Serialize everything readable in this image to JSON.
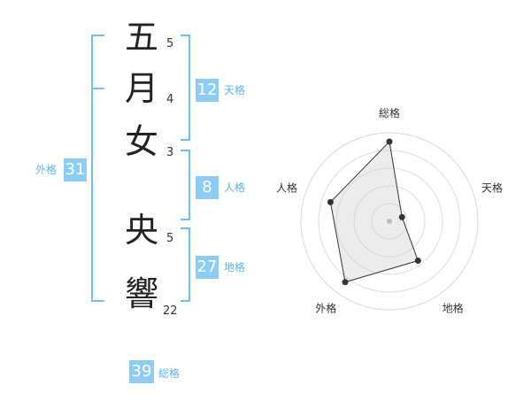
{
  "name": {
    "characters": [
      {
        "char": "五",
        "strokes": "5"
      },
      {
        "char": "月",
        "strokes": "4"
      },
      {
        "char": "女",
        "strokes": "3"
      },
      {
        "char": "央",
        "strokes": "5"
      },
      {
        "char": "響",
        "strokes": "22"
      }
    ]
  },
  "grids": {
    "tenkaku": {
      "value": "12",
      "label": "天格"
    },
    "jinkaku": {
      "value": "8",
      "label": "人格"
    },
    "chikaku": {
      "value": "27",
      "label": "地格"
    },
    "gaikaku": {
      "value": "31",
      "label": "外格"
    },
    "soukaku": {
      "value": "39",
      "label": "総格"
    }
  },
  "colors": {
    "accent": "#8cccf6",
    "accent_text": "#59b6ee",
    "bracket": "#6fc0f2"
  },
  "chart_data": {
    "type": "radar",
    "axes": [
      "総格",
      "天格",
      "地格",
      "外格",
      "人格"
    ],
    "values": [
      0.9,
      0.15,
      0.55,
      0.85,
      0.7
    ],
    "max": 1,
    "rings": 5
  }
}
